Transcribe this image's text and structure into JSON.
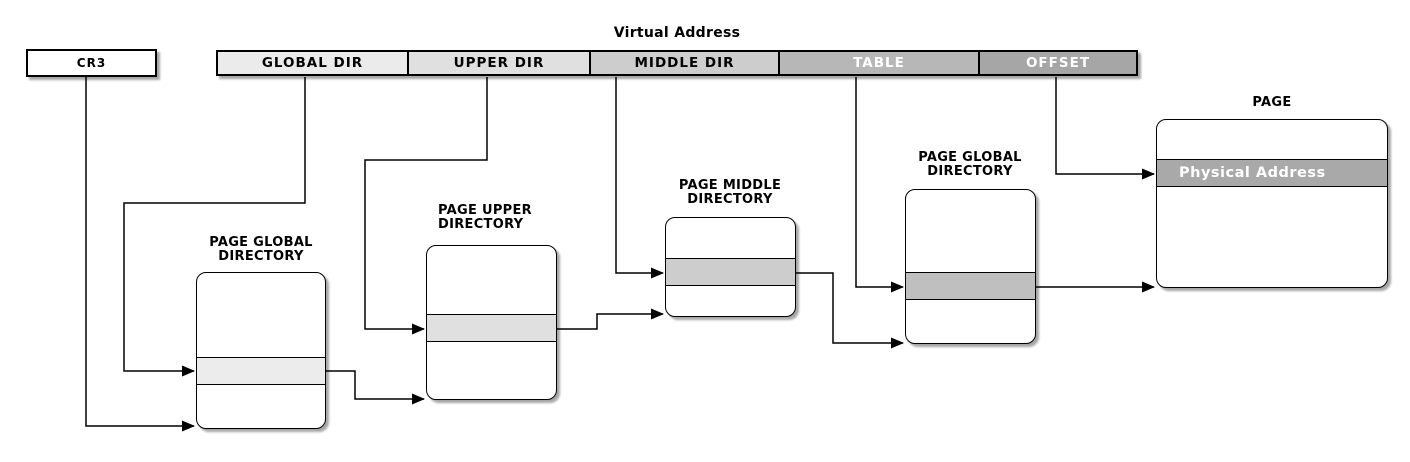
{
  "diagram_title": "Virtual Address",
  "cr3": {
    "label": "CR3"
  },
  "virtual_address_bar": {
    "segments": [
      {
        "label": "GLOBAL DIR",
        "fill": "#ebebeb",
        "text_color": "#000000"
      },
      {
        "label": "UPPER DIR",
        "fill": "#e0e0e0",
        "text_color": "#000000"
      },
      {
        "label": "MIDDLE DIR",
        "fill": "#cdcdcd",
        "text_color": "#000000"
      },
      {
        "label": "TABLE",
        "fill": "#b7b7b7",
        "text_color": "#ffffff"
      },
      {
        "label": "OFFSET",
        "fill": "#a6a6a6",
        "text_color": "#ffffff"
      }
    ]
  },
  "page_tables": [
    {
      "title_line1": "PAGE GLOBAL",
      "title_line2": "DIRECTORY",
      "row_fill": "#ececec"
    },
    {
      "title_line1": "PAGE UPPER",
      "title_line2": "DIRECTORY",
      "row_fill": "#e0e0e0"
    },
    {
      "title_line1": "PAGE MIDDLE",
      "title_line2": "DIRECTORY",
      "row_fill": "#cdcdcd"
    },
    {
      "title_line1": "PAGE GLOBAL",
      "title_line2": "DIRECTORY",
      "row_fill": "#bfbfbf"
    }
  ],
  "page_box": {
    "title": "PAGE",
    "highlight_label": "Physical Address",
    "row_fill": "#a9a9a9",
    "highlight_text_color": "#ffffff"
  },
  "palette": {
    "line": "#000000",
    "box_fill": "#ffffff",
    "border": "#000000"
  }
}
